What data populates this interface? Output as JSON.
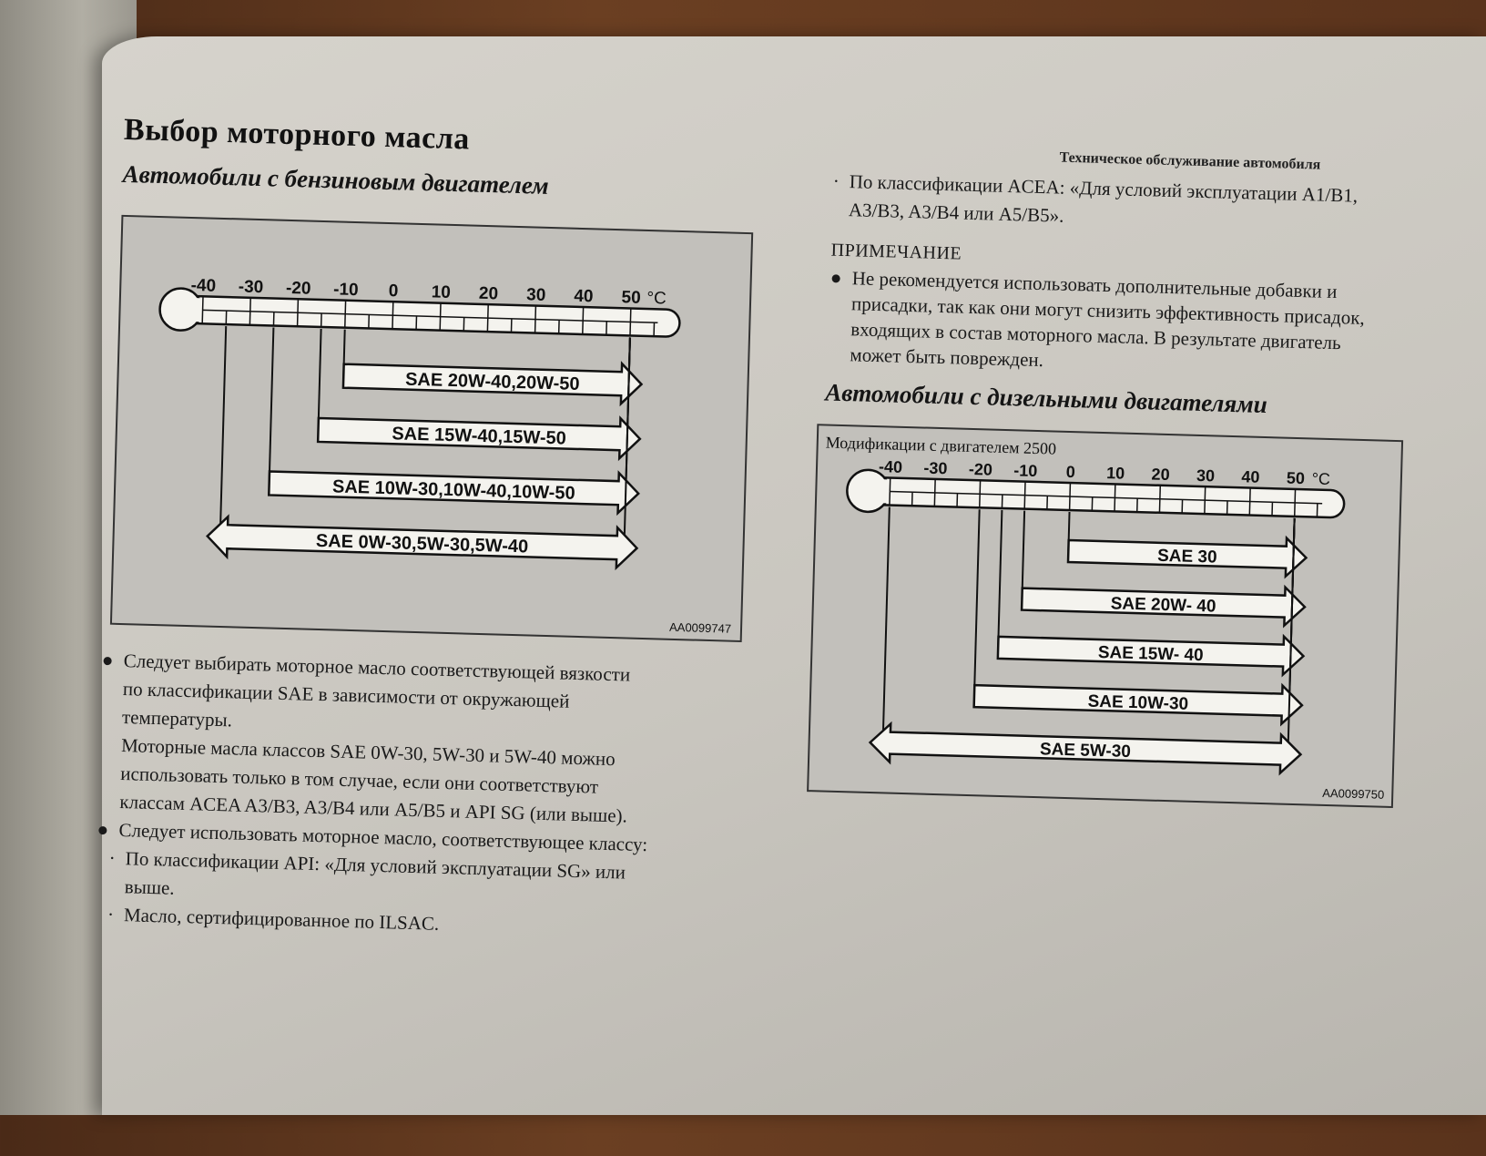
{
  "page": {
    "section_title": "Выбор моторного масла",
    "header_right": "Техническое обслуживание автомобиля"
  },
  "petrol": {
    "title": "Автомобили с бензиновым двигателем",
    "code": "AA0099747",
    "chart_data": {
      "type": "bar",
      "unit": "°C",
      "ticks": [
        -40,
        -30,
        -20,
        -10,
        0,
        10,
        20,
        30,
        40,
        50
      ],
      "ticks_text": [
        "-40",
        "-30",
        "-20",
        "-10",
        "0",
        "10",
        "20",
        "30",
        "40",
        "50"
      ],
      "xlim": [
        -40,
        50
      ],
      "bars": [
        {
          "label": "SAE  20W-40,20W-50",
          "min": -10,
          "max": 50,
          "min_open": false,
          "max_open": true
        },
        {
          "label": "SAE  15W-40,15W-50",
          "min": -15,
          "max": 50,
          "min_open": false,
          "max_open": true
        },
        {
          "label": "SAE  10W-30,10W-40,10W-50",
          "min": -25,
          "max": 50,
          "min_open": false,
          "max_open": true
        },
        {
          "label": "SAE  0W-30,5W-30,5W-40",
          "min": -35,
          "max": 50,
          "min_open": true,
          "max_open": true
        }
      ]
    }
  },
  "text_left": {
    "b1_line1": "Следует выбирать моторное масло соответствующей вязкости",
    "b1_line2": "по классификации SAE в зависимости от окружающей",
    "b1_line3": "температуры.",
    "p_line1": "Моторные масла классов SAE 0W-30, 5W-30 и 5W-40 можно",
    "p_line2": "использовать только в том случае, если они соответствуют",
    "p_line3": "классам ACEA A3/B3, A3/B4 или A5/B5 и API SG (или выше).",
    "b2_line1": "Следует использовать моторное масло, соответствующее классу:",
    "s1_line1": "По классификации API: «Для условий эксплуатации SG» или",
    "s1_line2": "выше.",
    "s2_line1": "Масло, сертифицированное по ILSAC."
  },
  "text_right": {
    "s3_line1": "По классификации ACEA: «Для условий эксплуатации A1/B1,",
    "s3_line2": "A3/B3, A3/B4 или A5/B5».",
    "note_title": "ПРИМЕЧАНИЕ",
    "note_line1": "Не рекомендуется использовать дополнительные добавки и",
    "note_line2": "присадки, так как они могут снизить эффективность присадок,",
    "note_line3": "входящих в состав моторного масла. В результате двигатель",
    "note_line4": "может быть поврежден."
  },
  "diesel": {
    "title": "Автомобили с дизельными двигателями",
    "caption": "Модификации с двигателем 2500",
    "code": "AA0099750",
    "chart_data": {
      "type": "bar",
      "unit": "°C",
      "ticks": [
        -40,
        -30,
        -20,
        -10,
        0,
        10,
        20,
        30,
        40,
        50
      ],
      "ticks_text": [
        "-40",
        "-30",
        "-20",
        "-10",
        "0",
        "10",
        "20",
        "30",
        "40",
        "50"
      ],
      "xlim": [
        -40,
        50
      ],
      "bars": [
        {
          "label": "SAE 30",
          "min": 0,
          "max": 50,
          "min_open": false,
          "max_open": true
        },
        {
          "label": "SAE 20W- 40",
          "min": -10,
          "max": 50,
          "min_open": false,
          "max_open": true
        },
        {
          "label": "SAE 15W- 40",
          "min": -15,
          "max": 50,
          "min_open": false,
          "max_open": true
        },
        {
          "label": "SAE 10W-30",
          "min": -20,
          "max": 50,
          "min_open": false,
          "max_open": true
        },
        {
          "label": "SAE  5W-30",
          "min": -40,
          "max": 50,
          "min_open": true,
          "max_open": true
        }
      ]
    }
  }
}
